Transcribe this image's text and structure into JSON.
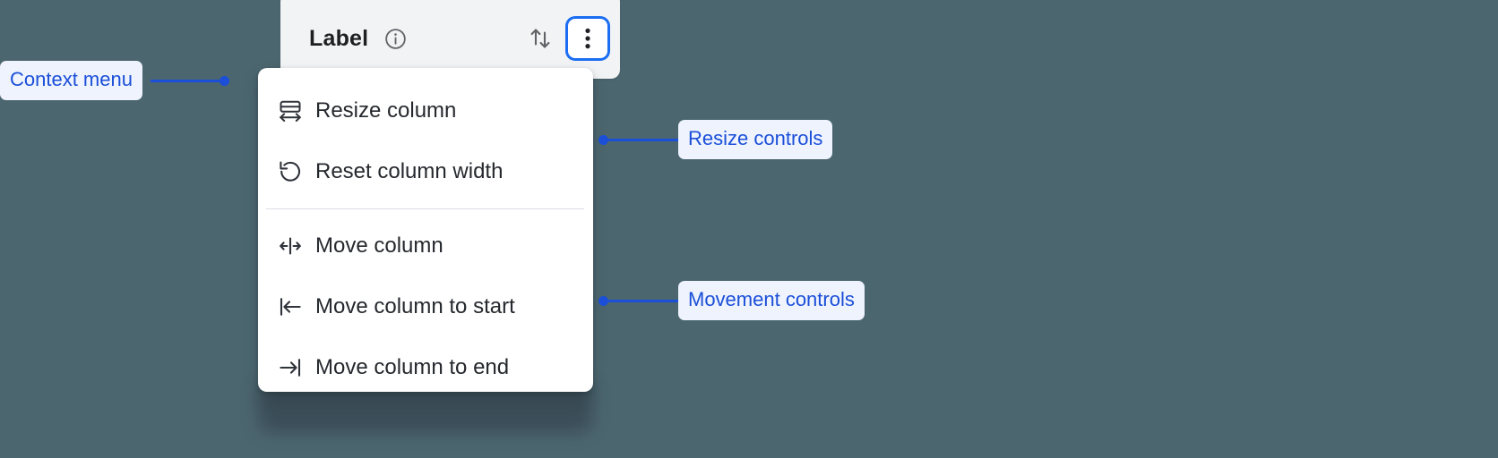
{
  "background_color": "#4c6670",
  "accent_color": "#1b4fd8",
  "focus_ring_color": "#1b6ef3",
  "column_header": {
    "title": "Label",
    "info_icon": "info-circle-icon",
    "sort_icon": "sort-arrows-icon",
    "menu_button_icon": "kebab-menu-icon",
    "card_background": "#f1f3f4"
  },
  "context_menu": {
    "groups": [
      {
        "name": "resize",
        "items": [
          {
            "icon": "resize-column-icon",
            "label": "Resize column"
          },
          {
            "icon": "reset-width-icon",
            "label": "Reset column width"
          }
        ]
      },
      {
        "name": "movement",
        "items": [
          {
            "icon": "move-column-icon",
            "label": "Move column"
          },
          {
            "icon": "move-to-start-icon",
            "label": "Move column to start"
          },
          {
            "icon": "move-to-end-icon",
            "label": "Move column to end"
          }
        ]
      }
    ]
  },
  "annotations": [
    {
      "id": "context-menu",
      "label": "Context menu"
    },
    {
      "id": "resize-controls",
      "label": "Resize controls"
    },
    {
      "id": "movement-controls",
      "label": "Movement controls"
    }
  ]
}
